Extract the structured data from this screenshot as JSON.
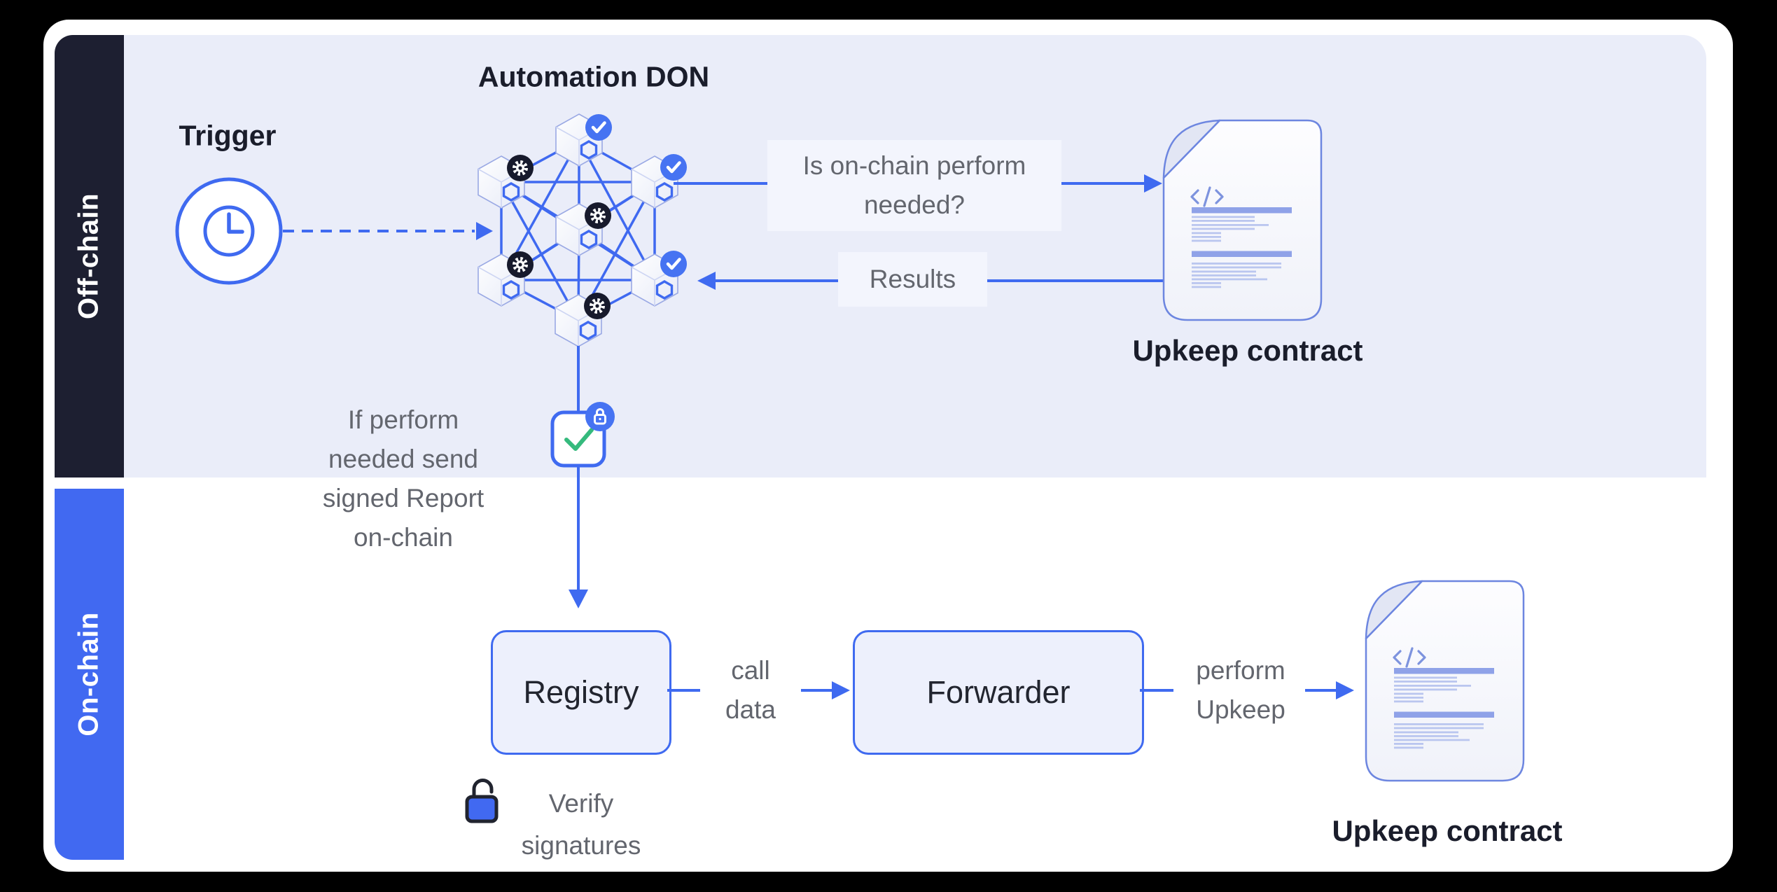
{
  "sidebar": {
    "off_label": "Off-chain",
    "on_label": "On-chain"
  },
  "offchain": {
    "trigger_label": "Trigger",
    "don_title": "Automation DON",
    "question": {
      "line1": "Is on-chain perform",
      "line2": "needed?"
    },
    "results_label": "Results",
    "upkeep_label": "Upkeep contract",
    "note": [
      "If perform",
      "needed send",
      "signed Report",
      "on-chain"
    ]
  },
  "onchain": {
    "registry_label": "Registry",
    "call": [
      "call",
      "data"
    ],
    "forwarder_label": "Forwarder",
    "perform": [
      "perform",
      "Upkeep"
    ],
    "upkeep_label": "Upkeep contract",
    "verify": [
      "Verify",
      "signatures"
    ]
  },
  "icons": {
    "trigger": "clock-icon",
    "don_node_ok": "check-badge-icon",
    "don_node_work": "gear-badge-icon",
    "signed_report": "checkmark-box-icon",
    "report_security": "lock-badge-icon",
    "registry_security": "open-padlock-icon",
    "contract": "code-document-icon"
  },
  "colors": {
    "accent_blue": "#3f6af0",
    "sidebar_dark": "#1d1f31",
    "sidebar_blue": "#4169f1",
    "offchain_bg": "#eaedf9",
    "label_bg": "#f3f5fd",
    "green_check": "#35ba7d",
    "gray_text": "#63666e",
    "dark_text": "#1a1d2b"
  }
}
